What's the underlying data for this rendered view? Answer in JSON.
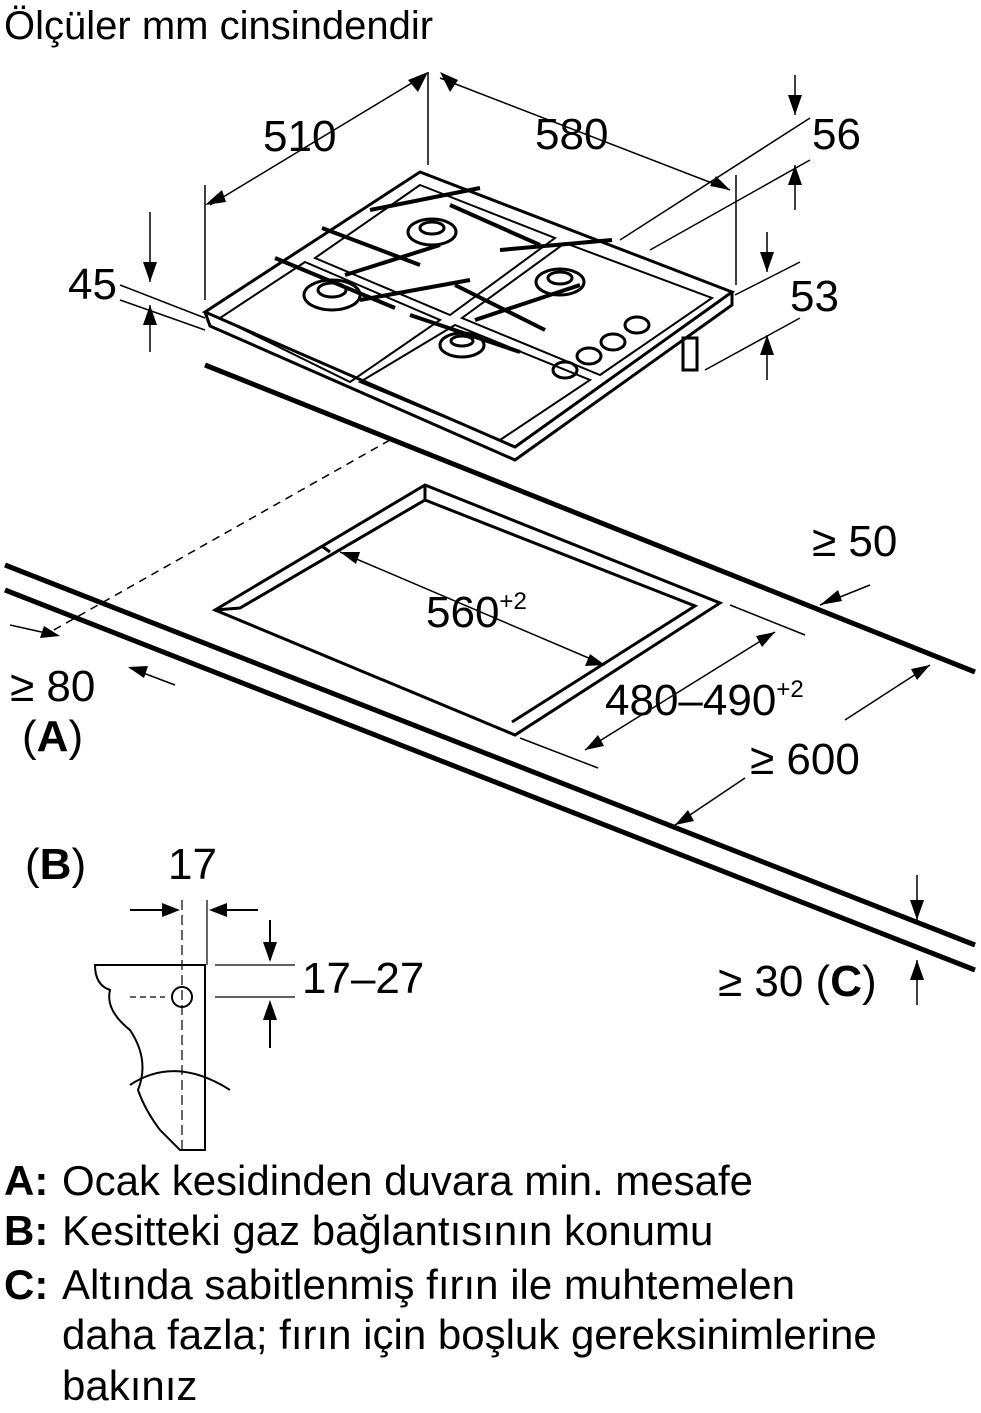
{
  "title": "Ölçüler mm cinsindendir",
  "dimensions": {
    "hob_depth": "510",
    "hob_width": "580",
    "height_56": "56",
    "height_45": "45",
    "height_53": "53",
    "cutout_width": "560",
    "cutout_width_tol": "+2",
    "cutout_depth": "480–490",
    "cutout_depth_tol": "+2",
    "min_back": "≥ 50",
    "min_side": "≥ 80",
    "min_front": "≥ 600",
    "min_below": "≥ 30",
    "gas_offset": "17",
    "gas_height": "17–27"
  },
  "markers": {
    "a": "A",
    "b": "B",
    "c": "C"
  },
  "legend": [
    {
      "key": "A:",
      "text": "Ocak kesidinden duvara min. mesafe"
    },
    {
      "key": "B:",
      "text": "Kesitteki gaz bağlantısının konumu"
    },
    {
      "key": "C:",
      "text": "Altında sabitlenmiş fırın ile muhtemelen daha fazla; fırın için boşluk gereksinimlerine bakınız"
    }
  ]
}
